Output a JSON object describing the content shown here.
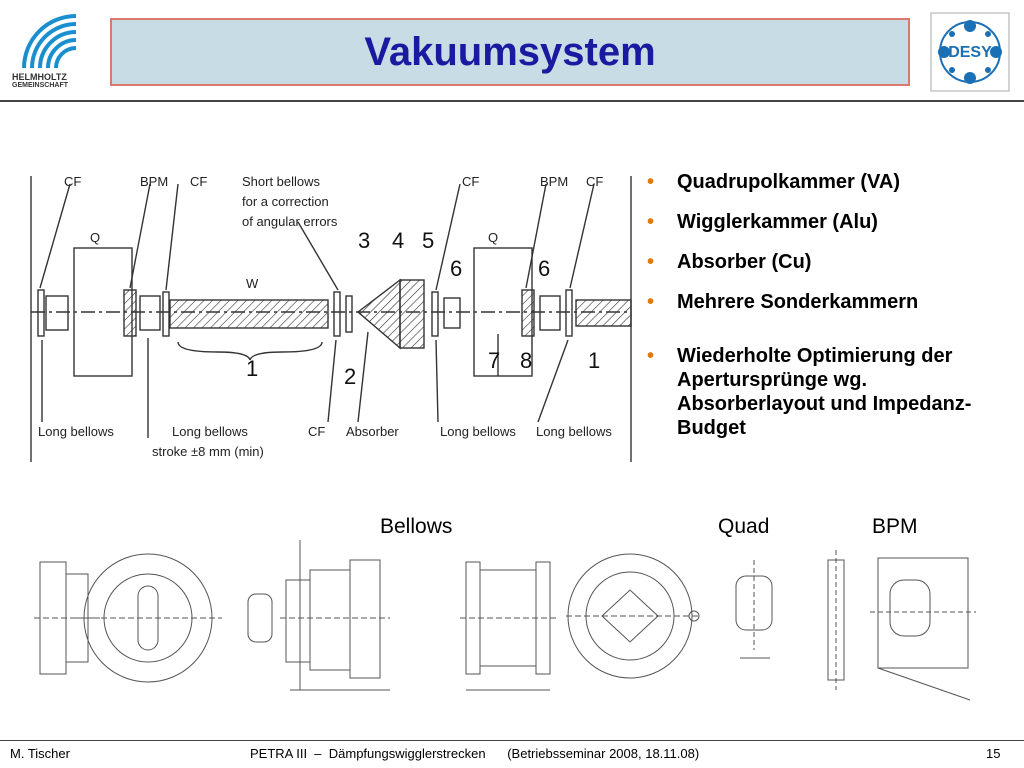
{
  "header": {
    "title": "Vakuumsystem",
    "left_logo": {
      "line1": "HELMHOLTZ",
      "line2": "GEMEINSCHAFT",
      "accent": "#1a8fd0"
    },
    "right_logo": {
      "text": "DESY",
      "accent": "#1a6fb5"
    }
  },
  "diagram_labels": {
    "cf": "CF",
    "bpm": "BPM",
    "q": "Q",
    "w": "W",
    "short_bellows": [
      "Short bellows",
      "for a correction",
      "of angular errors"
    ],
    "long_bellows": "Long bellows",
    "stroke": "stroke ±8 mm (min)",
    "absorber": "Absorber",
    "numbers": [
      "1",
      "2",
      "3",
      "4",
      "5",
      "6",
      "7",
      "8"
    ]
  },
  "bullets": [
    "Quadrupolkammer (VA)",
    "Wigglerkammer (Alu)",
    "Absorber (Cu)",
    "Mehrere Sonderkammern",
    "Wiederholte Optimierung der Apertursprünge wg. Absorberlayout und Impedanz-Budget"
  ],
  "drawings": {
    "bellows_label": "Bellows",
    "quad_label": "Quad",
    "bpm_label": "BPM"
  },
  "footer": {
    "author": "M. Tischer",
    "center": "PETRA III  –  Dämpfungswigglerstrecken      (Betriebsseminar 2008, 18.11.08)",
    "page": "15"
  },
  "colors": {
    "title_text": "#1a1aa0",
    "title_bg": "#c7dce4",
    "title_border": "#d97a6b",
    "bullet": "#e07a10"
  }
}
